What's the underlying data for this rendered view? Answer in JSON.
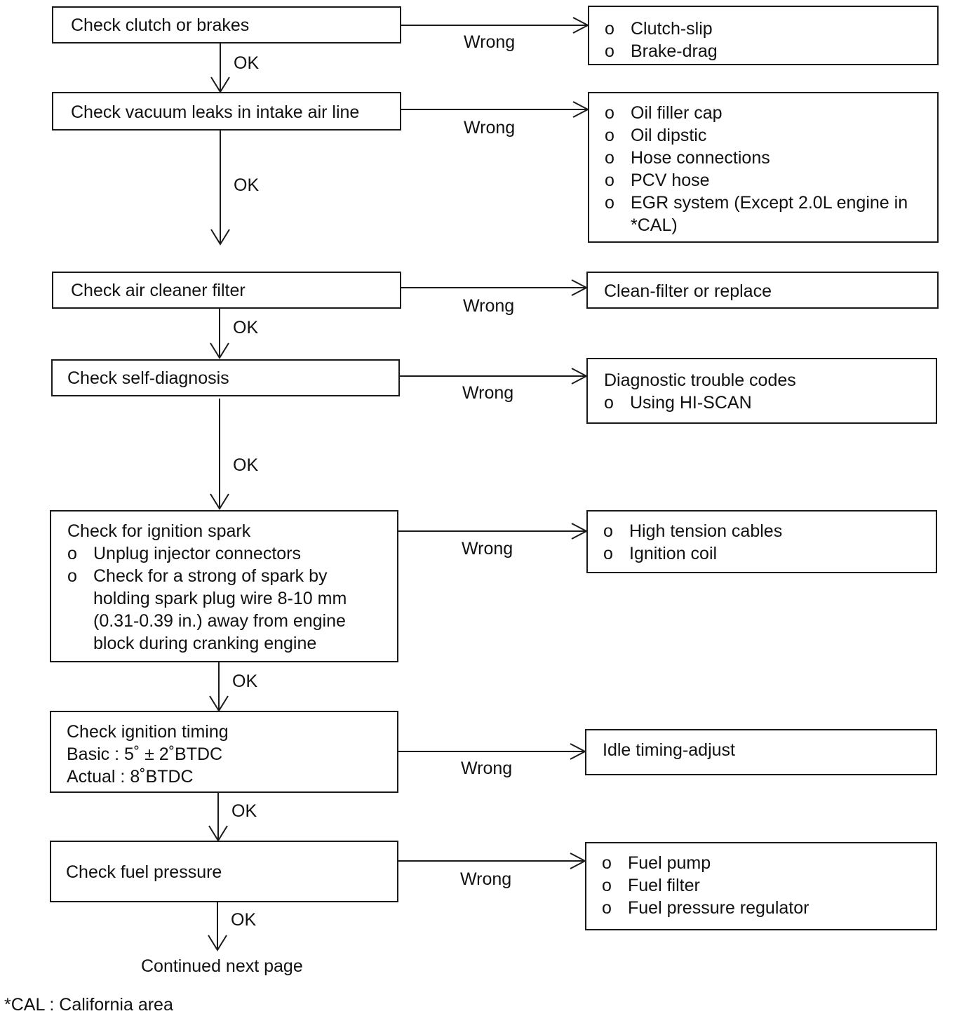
{
  "steps": [
    {
      "check": [
        "Check clutch or brakes"
      ],
      "ok": "OK",
      "wrong": "Wrong",
      "fix": {
        "items": [
          "Clutch-slip",
          "Brake-drag"
        ]
      }
    },
    {
      "check": [
        "Check vacuum leaks in intake air line"
      ],
      "ok": "OK",
      "wrong": "Wrong",
      "fix": {
        "items": [
          "Oil filler cap",
          "Oil dipstic",
          "Hose connections",
          "PCV hose",
          "EGR system (Except 2.0L engine in *CAL)"
        ]
      }
    },
    {
      "check": [
        "Check air cleaner filter"
      ],
      "ok": "OK",
      "wrong": "Wrong",
      "fix": {
        "lines": [
          "Clean-filter or replace"
        ]
      }
    },
    {
      "check": [
        "Check self-diagnosis"
      ],
      "ok": "OK",
      "wrong": "Wrong",
      "fix": {
        "lines": [
          "Diagnostic trouble codes"
        ],
        "items": [
          "Using HI-SCAN"
        ]
      }
    },
    {
      "check": [
        "Check for ignition spark"
      ],
      "check_items": [
        "Unplug injector connectors",
        "Check for a strong of spark by holding spark plug wire 8-10 mm (0.31-0.39 in.) away from engine block during cranking engine"
      ],
      "ok": "OK",
      "wrong": "Wrong",
      "fix": {
        "items": [
          "High tension cables",
          "Ignition coil"
        ]
      }
    },
    {
      "check": [
        "Check ignition timing",
        "Basic : 5˚ ± 2˚BTDC",
        "Actual : 8˚BTDC"
      ],
      "ok": "OK",
      "wrong": "Wrong",
      "fix": {
        "lines": [
          "Idle timing-adjust"
        ]
      }
    },
    {
      "check": [
        "Check fuel pressure"
      ],
      "ok": "OK",
      "wrong": "Wrong",
      "fix": {
        "items": [
          "Fuel pump",
          "Fuel filter",
          "Fuel pressure regulator"
        ]
      }
    }
  ],
  "bullet": "o",
  "continued": "Continued next page",
  "footnote": "*CAL : California area"
}
